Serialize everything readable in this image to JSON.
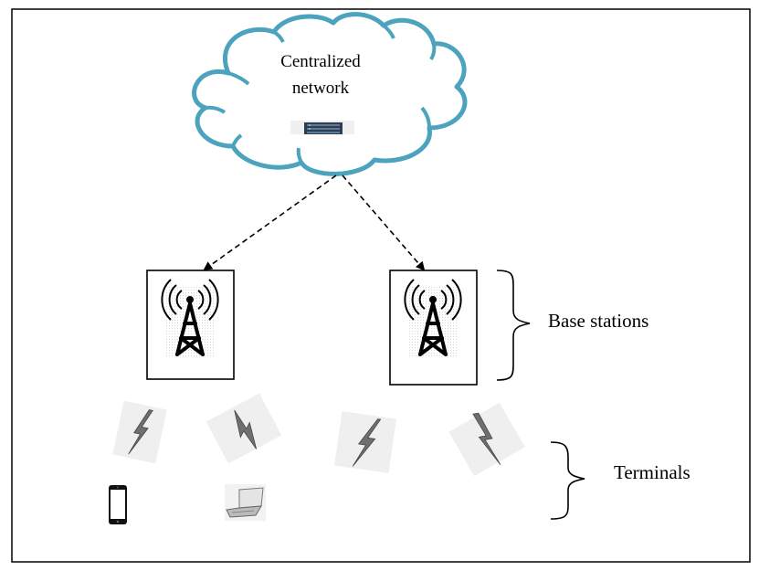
{
  "cloud": {
    "label_line1": "Centralized",
    "label_line2": "network",
    "server_icon": "server-rack-icon"
  },
  "base_stations": {
    "label": "Base stations",
    "count": 2,
    "icon": "radio-tower-icon"
  },
  "terminals": {
    "label": "Terminals",
    "signal_icon": "lightning-bolt-icon",
    "devices": [
      "smartphone-icon",
      "laptop-icon"
    ]
  },
  "colors": {
    "cloud_stroke": "#4ba3bd",
    "line": "#000000",
    "bolt": "#6f6f6f",
    "bolt_background": "#efefef"
  }
}
